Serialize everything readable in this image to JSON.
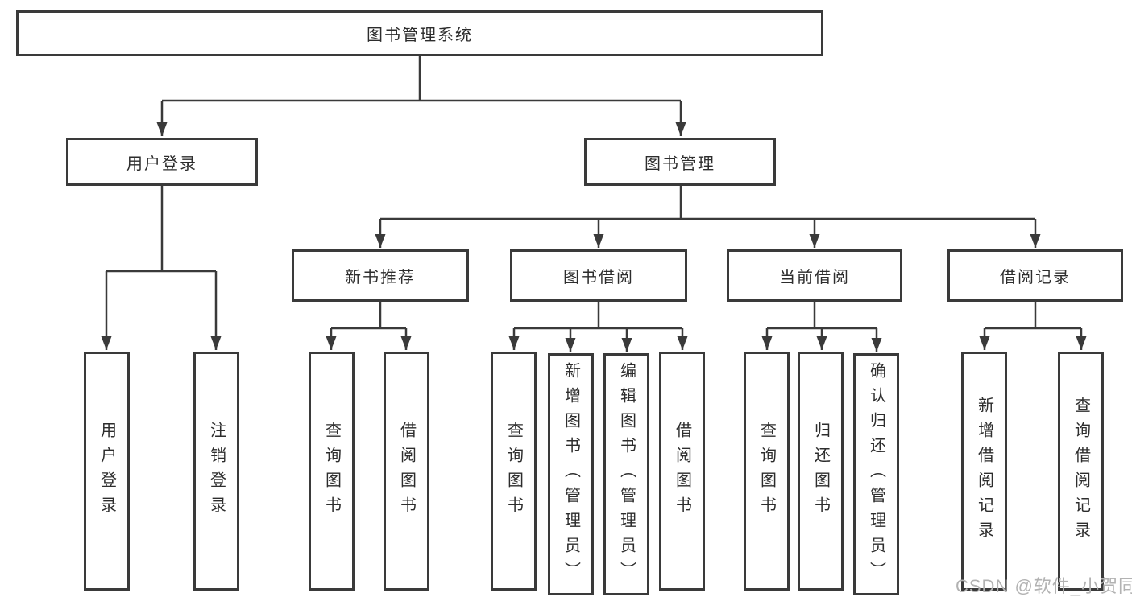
{
  "diagram": {
    "root": {
      "label": "图书管理系统"
    },
    "level2": {
      "user_login": {
        "label": "用户登录"
      },
      "book_management": {
        "label": "图书管理"
      }
    },
    "level3": {
      "new_book_recommend": {
        "label": "新书推荐"
      },
      "book_borrow": {
        "label": "图书借阅"
      },
      "current_borrow": {
        "label": "当前借阅"
      },
      "borrow_records": {
        "label": "借阅记录"
      }
    },
    "leaves": {
      "user_login": {
        "label": "用户登录"
      },
      "logout": {
        "label": "注销登录"
      },
      "recommend_query_books": {
        "label": "查询图书"
      },
      "recommend_borrow_books": {
        "label": "借阅图书"
      },
      "borrow_query_books": {
        "label": "查询图书"
      },
      "borrow_add_book_admin": {
        "label": "新增图书（管理员）"
      },
      "borrow_edit_book_admin": {
        "label": "编辑图书（管理员）"
      },
      "borrow_borrow_books": {
        "label": "借阅图书"
      },
      "current_query_books": {
        "label": "查询图书"
      },
      "current_return_book": {
        "label": "归还图书"
      },
      "current_confirm_return_admin": {
        "label": "确认归还（管理员）"
      },
      "records_add_record": {
        "label": "新增借阅记录"
      },
      "records_query_record": {
        "label": "查询借阅记录"
      }
    }
  },
  "watermark": {
    "text": "CSDN @软件_小贺同学"
  },
  "colors": {
    "line": "#3a3a3a",
    "box_border": "#3a3a3a",
    "text": "#2d2d2d",
    "watermark": "#b2b2b2",
    "background": "#ffffff"
  }
}
